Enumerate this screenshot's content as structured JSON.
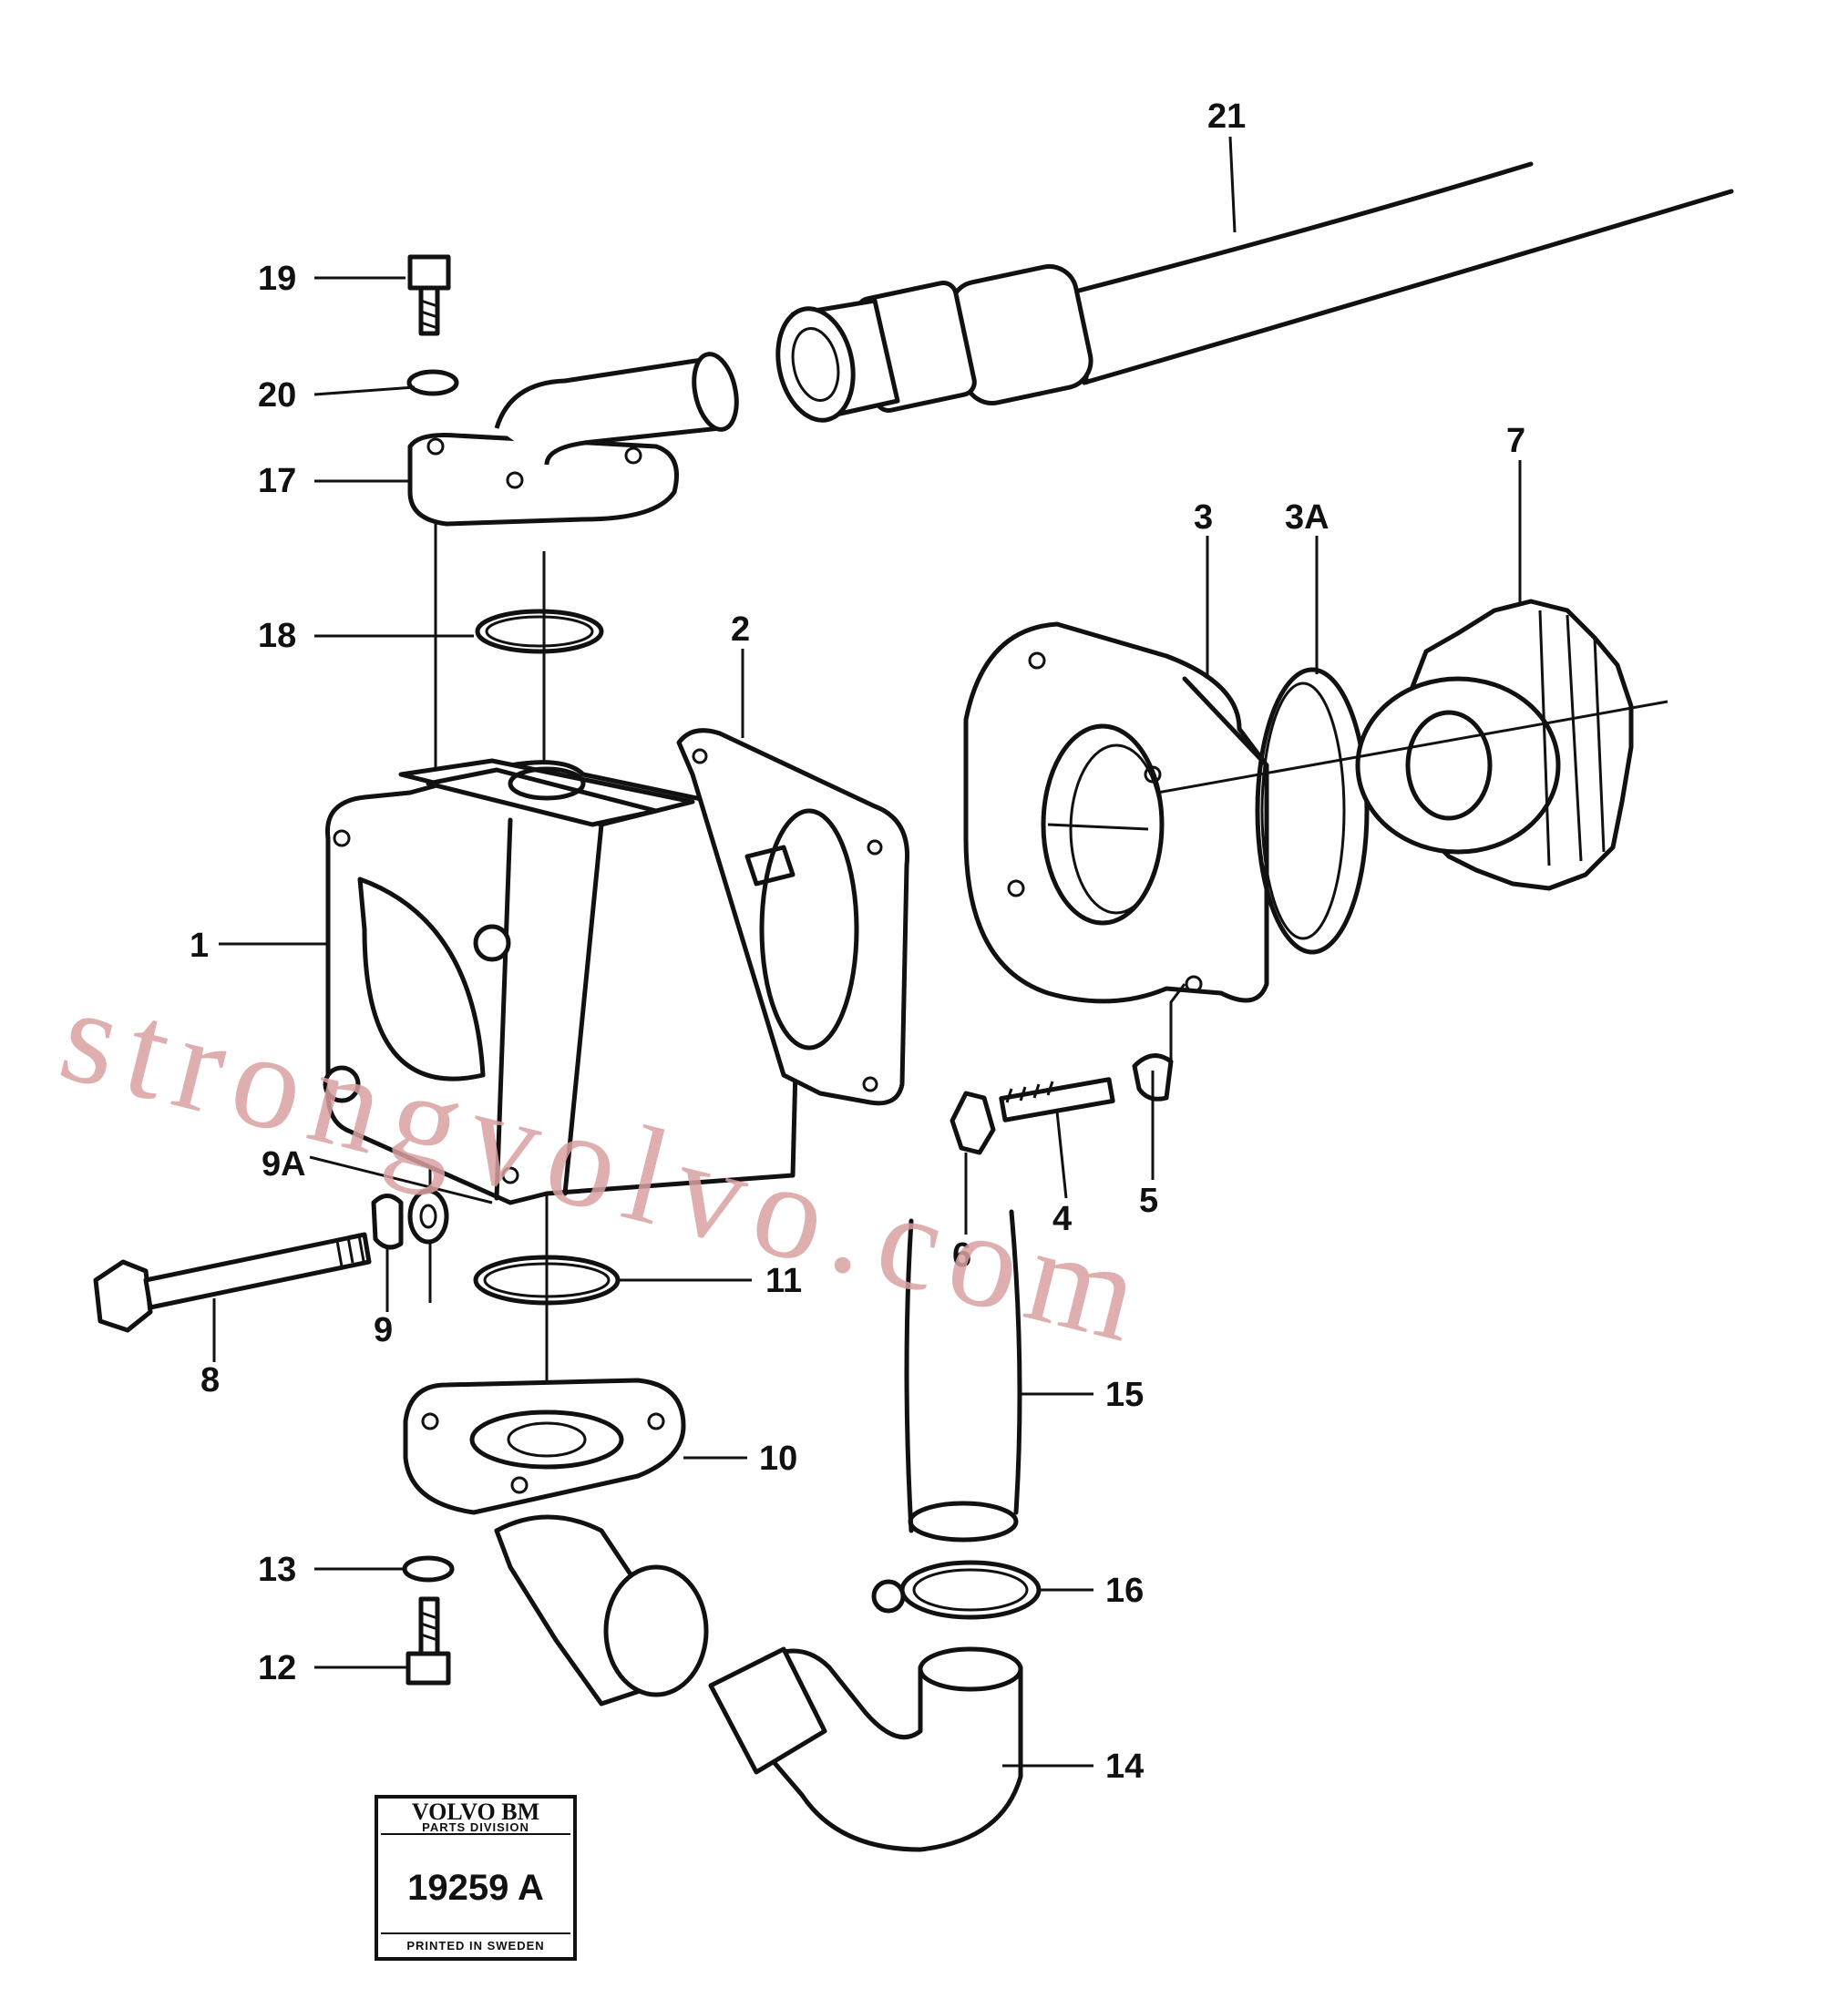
{
  "watermark": "strongvolvo.com",
  "labels": [
    "21",
    "19",
    "20",
    "17",
    "18",
    "2",
    "3",
    "3A",
    "7",
    "1",
    "9A",
    "5",
    "4",
    "6",
    "11",
    "9",
    "8",
    "15",
    "10",
    "16",
    "13",
    "12",
    "14"
  ],
  "stamp": {
    "brand": "VOLVO BM",
    "division": "PARTS DIVISION",
    "number": "19259 A",
    "printed": "PRINTED IN SWEDEN"
  }
}
